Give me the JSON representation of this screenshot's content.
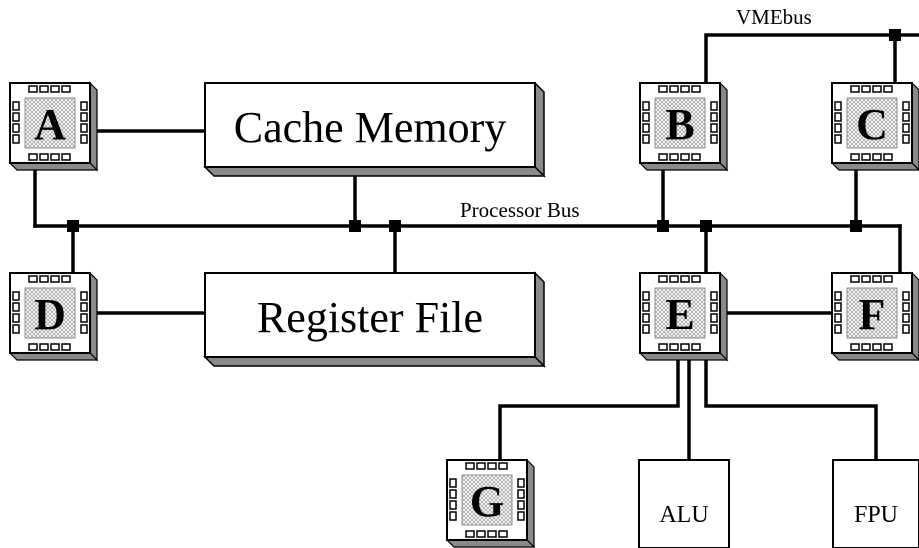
{
  "diagram": {
    "buses": {
      "vme_bus": "VMEbus",
      "processor_bus": "Processor Bus"
    },
    "boxes": {
      "cache_memory": "Cache Memory",
      "register_file": "Register File",
      "alu": "ALU",
      "fpu": "FPU"
    },
    "chips": {
      "a": "A",
      "b": "B",
      "c": "C",
      "d": "D",
      "e": "E",
      "f": "F",
      "g": "G"
    }
  }
}
